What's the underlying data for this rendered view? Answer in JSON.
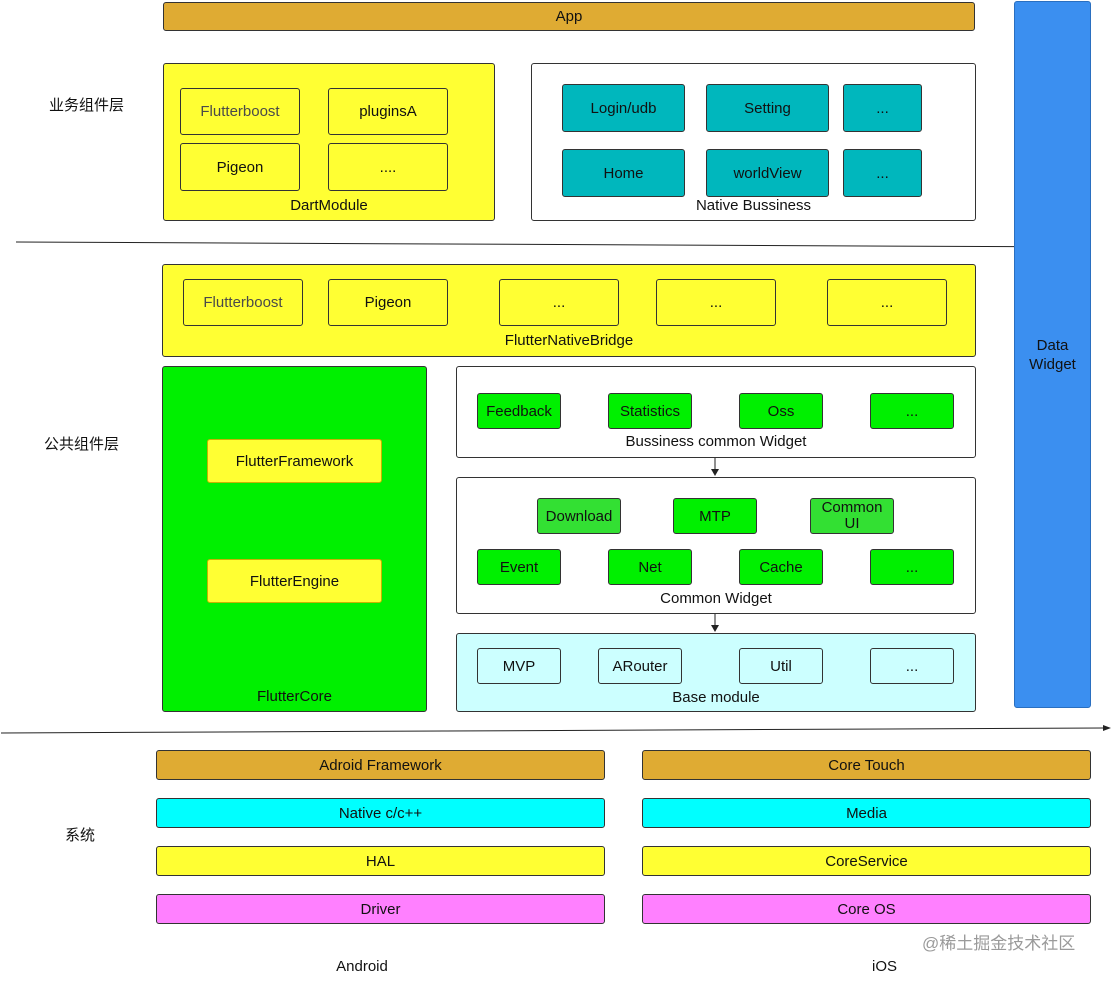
{
  "layers": {
    "business": "业务组件层",
    "common": "公共组件层",
    "system": "系统"
  },
  "app": {
    "label": "App"
  },
  "data_widget": {
    "line1": "Data",
    "line2": "Widget"
  },
  "dart_module": {
    "label": "DartModule",
    "items": [
      "Flutterboost",
      "pluginsA",
      "Pigeon",
      "...."
    ]
  },
  "native_business": {
    "label": "Native Bussiness",
    "items": [
      "Login/udb",
      "Setting",
      "...",
      "Home",
      "worldView",
      "..."
    ]
  },
  "bridge": {
    "label": "FlutterNativeBridge",
    "items": [
      "Flutterboost",
      "Pigeon",
      "...",
      "...",
      "..."
    ]
  },
  "flutter_core": {
    "label": "FlutterCore",
    "items": [
      "FlutterFramework",
      "FlutterEngine"
    ]
  },
  "bussiness_widget": {
    "label": "Bussiness common Widget",
    "items": [
      "Feedback",
      "Statistics",
      "Oss",
      "..."
    ]
  },
  "common_widget": {
    "label": "Common Widget",
    "row1": [
      "Download",
      "MTP"
    ],
    "common_ui": {
      "line1": "Common",
      "line2": "UI"
    },
    "row2": [
      "Event",
      "Net",
      "Cache",
      "..."
    ]
  },
  "base_module": {
    "label": "Base module",
    "items": [
      "MVP",
      "ARouter",
      "Util",
      "..."
    ]
  },
  "android": {
    "label": "Android",
    "layers": [
      "Adroid Framework",
      "Native c/c++",
      "HAL",
      "Driver"
    ]
  },
  "ios": {
    "label": "iOS",
    "layers": [
      "Core Touch",
      "Media",
      "CoreService",
      "Core OS"
    ]
  },
  "watermark": "@稀土掘金技术社区",
  "colors": {
    "gold": "#dfab33",
    "yellow": "#ffff33",
    "teal": "#00b7bd",
    "green": "#00f000",
    "cyan": "#00ffff",
    "magenta": "#ff80ff",
    "light_cyan": "#ccffff",
    "blue": "#3b8ff0"
  }
}
